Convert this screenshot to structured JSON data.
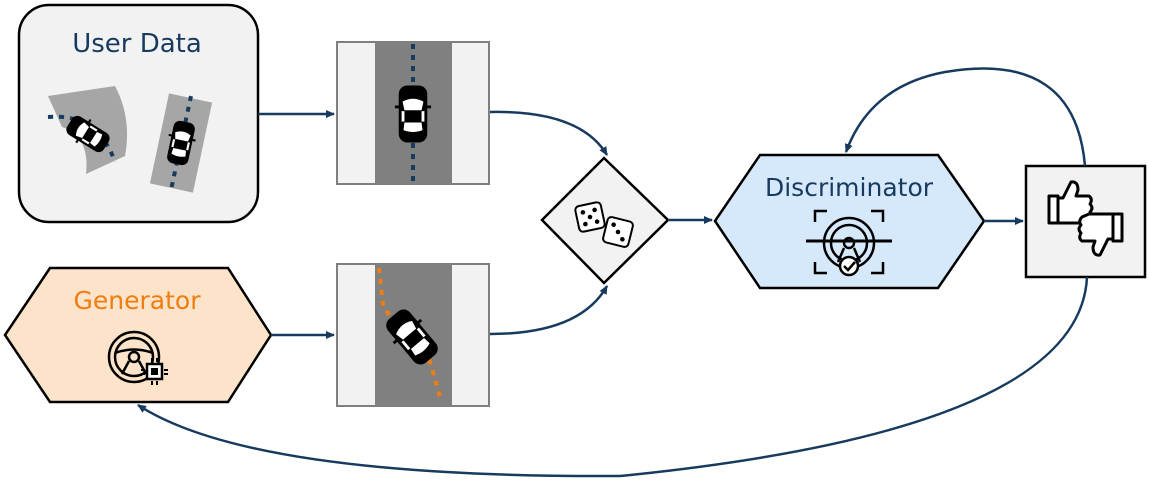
{
  "diagram": {
    "user_data": {
      "label": "User Data"
    },
    "generator": {
      "label": "Generator"
    },
    "discriminator": {
      "label": "Discriminator"
    },
    "nodes": {
      "random_selector": {
        "icon": "dice-icon"
      },
      "feedback": {
        "icon": "thumbs-up-down-icon"
      },
      "generator_icon": "steering-wheel-chip-icon",
      "discriminator_icon": "steering-wheel-check-icon",
      "real_road": {
        "icon": "car-top-view-icon"
      },
      "generated_road": {
        "icon": "car-top-view-icon"
      }
    },
    "colors": {
      "arrow": "#173a5e",
      "user_title": "#173a5e",
      "generator_fill": "#fde3c9",
      "generator_text": "#f07d0f",
      "discriminator_fill": "#d6e9fb",
      "discriminator_text": "#173a5e",
      "trajectory_real": "#173a5e",
      "trajectory_generated": "#f07d0f"
    }
  }
}
